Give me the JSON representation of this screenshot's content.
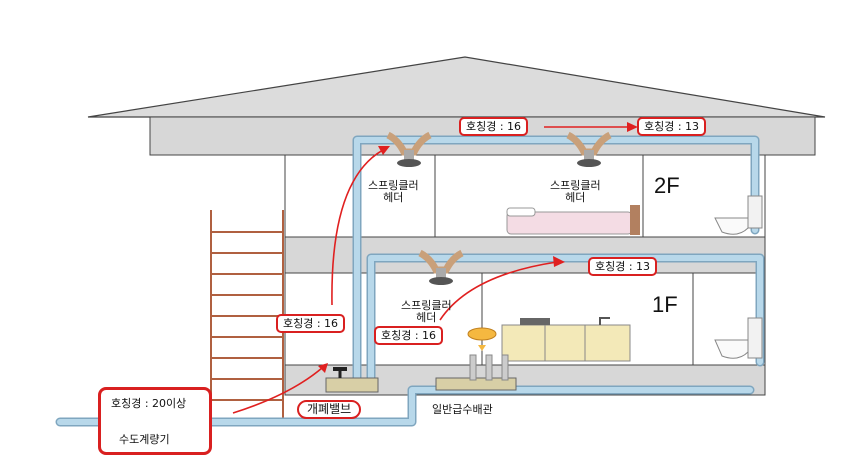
{
  "labels": {
    "pipe_2f_main": "호칭경 : 16",
    "pipe_2f_end": "호칭경 : 13",
    "pipe_1f_end": "호칭경 : 13",
    "riser_outer": "호칭경 : 16",
    "riser_inner": "호칭경 : 16",
    "sprinkler_2f_left": "스프링클러\n헤더",
    "sprinkler_2f_right": "스프링클러\n헤더",
    "sprinkler_1f": "스프링클러\n헤더",
    "floor_2": "2F",
    "floor_1": "1F",
    "main_valve": "개폐밸브",
    "general_supply": "일반급수배관",
    "meter_size": "호칭경 : 20이상",
    "water_meter": "수도계량기"
  },
  "colors": {
    "highlight": "#d92020",
    "arrow": "#e02020",
    "pipe": "#b8d8ea",
    "pipe_edge": "#7fa6bf",
    "wall": "#d9d9d9",
    "wall_edge": "#444444",
    "sprinkler": "#c9a07a"
  }
}
